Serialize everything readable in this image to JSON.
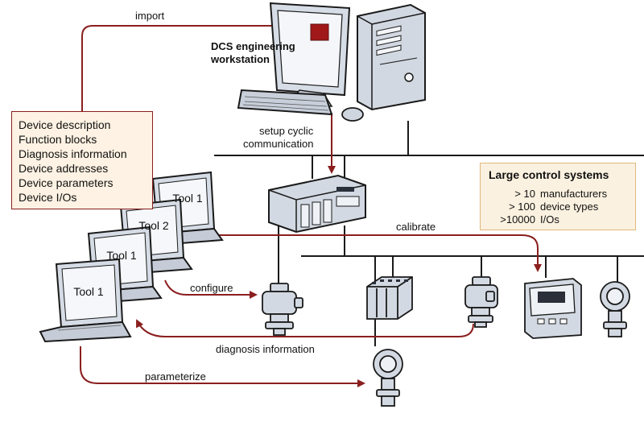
{
  "labels": {
    "import": "import",
    "dcs_workstation_line1": "DCS engineering",
    "dcs_workstation_line2": "workstation",
    "setup_line1": "setup cyclic",
    "setup_line2": "communication",
    "calibrate": "calibrate",
    "configure": "configure",
    "diagnosis_information": "diagnosis information",
    "parameterize": "parameterize"
  },
  "info_box": {
    "items": [
      "Device description",
      "Function blocks",
      "Diagnosis information",
      "Device addresses",
      "Device parameters",
      "Device I/Os"
    ]
  },
  "tools": [
    "Tool 1",
    "Tool 2",
    "Tool 1",
    "Tool 1"
  ],
  "large_systems": {
    "title": "Large control systems",
    "rows": [
      {
        "value": "> 10",
        "unit": "manufacturers"
      },
      {
        "value": "> 100",
        "unit": "device types"
      },
      {
        "value": ">10000",
        "unit": "I/Os"
      }
    ]
  },
  "colors": {
    "arrow": "#8b1e1e",
    "line": "#1a1a1a",
    "device_fill": "#d5dbe4",
    "box_fill": "#fdf2e3",
    "highlight": "#a01818"
  }
}
